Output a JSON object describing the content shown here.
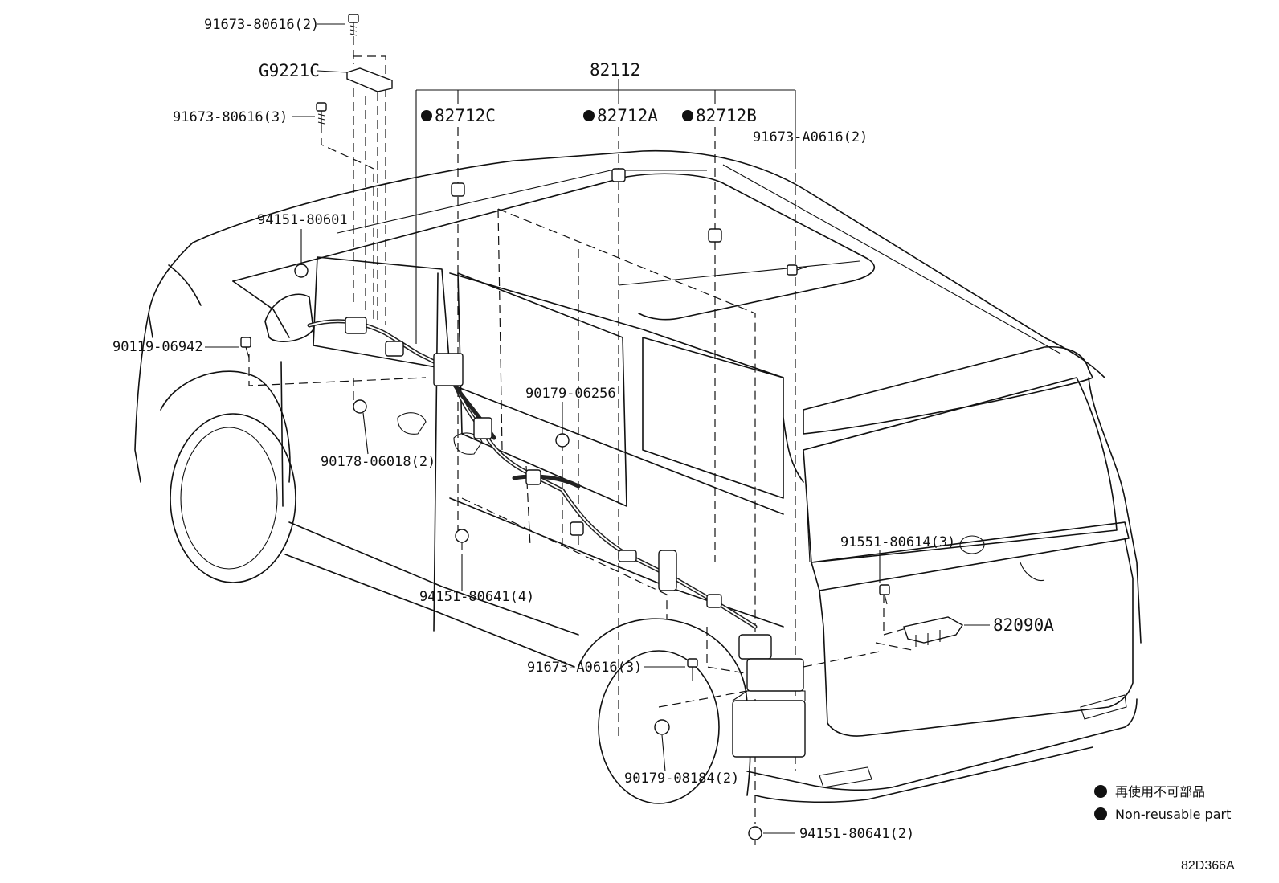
{
  "labels": {
    "p_91673_80616_2": "91673-80616(2)",
    "p_g9221c": "G9221C",
    "p_91673_80616_3": "91673-80616(3)",
    "p_82112": "82112",
    "p_82712c": "82712C",
    "p_82712a": "82712A",
    "p_82712b": "82712B",
    "p_91673_a0616_2": "91673-A0616(2)",
    "p_94151_80601": "94151-80601",
    "p_90119_06942": "90119-06942",
    "p_90179_06256": "90179-06256",
    "p_90178_06018_2": "90178-06018(2)",
    "p_94151_80641_4": "94151-80641(4)",
    "p_91551_80614_3": "91551-80614(3)",
    "p_82090a": "82090A",
    "p_91673_a0616_3": "91673-A0616(3)",
    "p_90179_08184_2": "90179-08184(2)",
    "p_94151_80641_2": "94151-80641(2)"
  },
  "legend": {
    "japanese": "再使用不可部品",
    "english": "Non-reusable part"
  },
  "diagram_code": "82D366A"
}
